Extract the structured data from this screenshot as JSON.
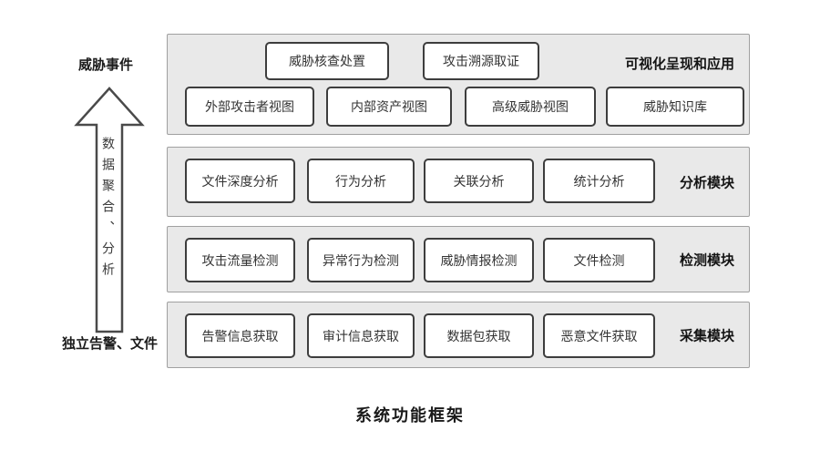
{
  "title": "系统功能框架",
  "left": {
    "top_label": "威胁事件",
    "bottom_label": "独立告警、文件",
    "arrow_label": "数据聚合、分析"
  },
  "layers": [
    {
      "name": "可视化呈现和应用",
      "rows": [
        [
          "威胁核查处置",
          "攻击溯源取证"
        ],
        [
          "外部攻击者视图",
          "内部资产视图",
          "高级威胁视图",
          "威胁知识库"
        ]
      ]
    },
    {
      "name": "分析模块",
      "boxes": [
        "文件深度分析",
        "行为分析",
        "关联分析",
        "统计分析"
      ]
    },
    {
      "name": "检测模块",
      "boxes": [
        "攻击流量检测",
        "异常行为检测",
        "威胁情报检测",
        "文件检测"
      ]
    },
    {
      "name": "采集模块",
      "boxes": [
        "告警信息获取",
        "审计信息获取",
        "数据包获取",
        "恶意文件获取"
      ]
    }
  ],
  "colors": {
    "band_bg": "#e9e9e9",
    "band_border": "#a0a0a0",
    "box_border": "#3d3d3d",
    "text": "#2d2d2d"
  }
}
